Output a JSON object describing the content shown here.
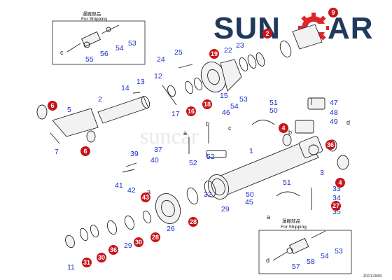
{
  "logo": {
    "text_left": "SUN",
    "text_right": "AR",
    "text_color": "#1f3a5c",
    "accent_color": "#e0262a"
  },
  "watermark": "suncar",
  "for_shipping_top": {
    "title_jp": "運搬部品",
    "title_en": "For Shipping",
    "label_c": "c"
  },
  "for_shipping_bottom": {
    "title_jp": "運搬部品",
    "title_en": "For Shipping",
    "label_d": "d"
  },
  "reference_code": "JD012848",
  "letter_labels": [
    "a",
    "b",
    "c",
    "a",
    "b",
    "d",
    "a"
  ],
  "callouts": {
    "blue": [
      "53",
      "54",
      "56",
      "55",
      "24",
      "25",
      "22",
      "23",
      "12",
      "13",
      "14",
      "2",
      "5",
      "17",
      "15",
      "53",
      "54",
      "46",
      "51",
      "50",
      "47",
      "48",
      "49",
      "37",
      "39",
      "40",
      "41",
      "42",
      "7",
      "1",
      "52",
      "52",
      "3",
      "50",
      "45",
      "51",
      "33",
      "34",
      "35",
      "26",
      "29",
      "32",
      "29",
      "11",
      "53",
      "54",
      "57",
      "58"
    ],
    "red": [
      "9",
      "2",
      "19",
      "6",
      "16",
      "18",
      "4",
      "43",
      "6",
      "4",
      "36",
      "27",
      "28",
      "28",
      "30",
      "31",
      "30",
      "36"
    ]
  }
}
